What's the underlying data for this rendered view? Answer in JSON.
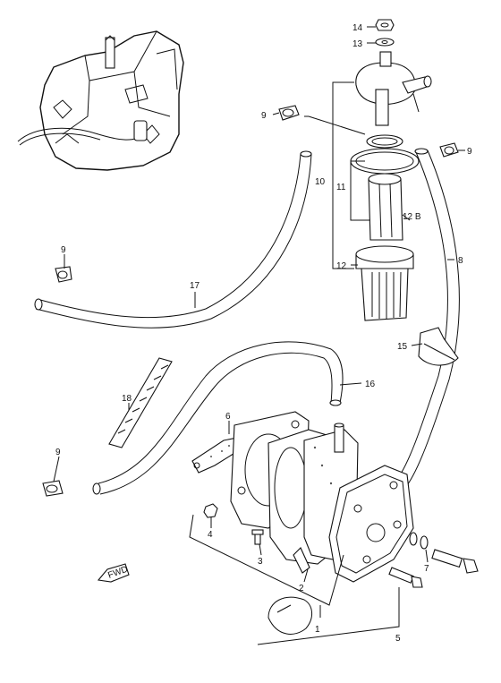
{
  "labels": {
    "p1": "1",
    "p2": "2",
    "p3": "3",
    "p4": "4",
    "p5": "5",
    "p6": "6",
    "p7": "7",
    "p8": "8",
    "p9a": "9",
    "p9b": "9",
    "p9c": "9",
    "p9d": "9",
    "p10": "10",
    "p11": "11",
    "p12": "12",
    "p12b": "12 B",
    "p13": "13",
    "p14": "14",
    "p15": "15",
    "p16": "16",
    "p17": "17",
    "p18": "18"
  },
  "fwd_mark": "FWD",
  "icons": [
    "engine-icon",
    "fuel-filter-icon",
    "fuel-pump-icon",
    "hose-clip-icon",
    "bolt-icon",
    "nut-icon",
    "fwd-arrow-icon"
  ]
}
